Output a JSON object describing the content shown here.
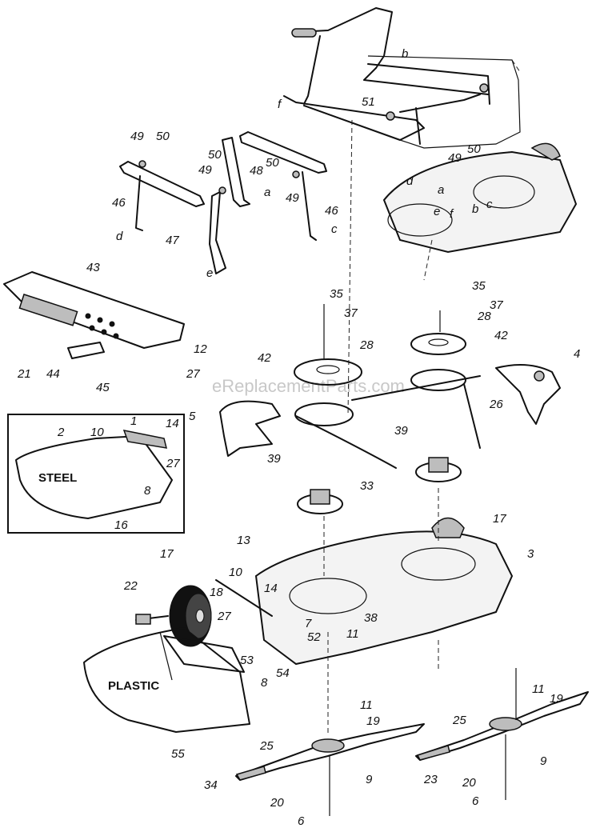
{
  "watermark": "eReplacementParts.com",
  "materials": {
    "steel": "STEEL",
    "plastic": "PLASTIC"
  },
  "callouts": [
    {
      "id": "c-51",
      "text": "51"
    },
    {
      "id": "c-b1",
      "text": "b"
    },
    {
      "id": "c-f1",
      "text": "f"
    },
    {
      "id": "c-49a",
      "text": "49"
    },
    {
      "id": "c-50a",
      "text": "50"
    },
    {
      "id": "c-46a",
      "text": "46"
    },
    {
      "id": "c-d1",
      "text": "d"
    },
    {
      "id": "c-50b",
      "text": "50"
    },
    {
      "id": "c-49b",
      "text": "49"
    },
    {
      "id": "c-48",
      "text": "48"
    },
    {
      "id": "c-a1",
      "text": "a"
    },
    {
      "id": "c-47",
      "text": "47"
    },
    {
      "id": "c-e1",
      "text": "e"
    },
    {
      "id": "c-50c",
      "text": "50"
    },
    {
      "id": "c-49c",
      "text": "49"
    },
    {
      "id": "c-46b",
      "text": "46"
    },
    {
      "id": "c-c1",
      "text": "c"
    },
    {
      "id": "c-d2",
      "text": "d"
    },
    {
      "id": "c-a2",
      "text": "a"
    },
    {
      "id": "c-49d",
      "text": "49"
    },
    {
      "id": "c-50d",
      "text": "50"
    },
    {
      "id": "c-e2",
      "text": "e"
    },
    {
      "id": "c-f2",
      "text": "f"
    },
    {
      "id": "c-b2",
      "text": "b"
    },
    {
      "id": "c-c2",
      "text": "c"
    },
    {
      "id": "c-43",
      "text": "43"
    },
    {
      "id": "c-21",
      "text": "21"
    },
    {
      "id": "c-44",
      "text": "44"
    },
    {
      "id": "c-45",
      "text": "45"
    },
    {
      "id": "c-35a",
      "text": "35"
    },
    {
      "id": "c-37a",
      "text": "37"
    },
    {
      "id": "c-28a",
      "text": "28"
    },
    {
      "id": "c-42a",
      "text": "42"
    },
    {
      "id": "c-35b",
      "text": "35"
    },
    {
      "id": "c-37b",
      "text": "37"
    },
    {
      "id": "c-28b",
      "text": "28"
    },
    {
      "id": "c-42b",
      "text": "42"
    },
    {
      "id": "c-12",
      "text": "12"
    },
    {
      "id": "c-27a",
      "text": "27"
    },
    {
      "id": "c-5",
      "text": "5"
    },
    {
      "id": "c-4",
      "text": "4"
    },
    {
      "id": "c-26",
      "text": "26"
    },
    {
      "id": "c-39a",
      "text": "39"
    },
    {
      "id": "c-39b",
      "text": "39"
    },
    {
      "id": "c-33",
      "text": "33"
    },
    {
      "id": "c-2",
      "text": "2"
    },
    {
      "id": "c-10a",
      "text": "10"
    },
    {
      "id": "c-1",
      "text": "1"
    },
    {
      "id": "c-14a",
      "text": "14"
    },
    {
      "id": "c-27b",
      "text": "27"
    },
    {
      "id": "c-8a",
      "text": "8"
    },
    {
      "id": "c-16",
      "text": "16"
    },
    {
      "id": "c-17a",
      "text": "17"
    },
    {
      "id": "c-3",
      "text": "3"
    },
    {
      "id": "c-13",
      "text": "13"
    },
    {
      "id": "c-22",
      "text": "22"
    },
    {
      "id": "c-17b",
      "text": "17"
    },
    {
      "id": "c-10b",
      "text": "10"
    },
    {
      "id": "c-18",
      "text": "18"
    },
    {
      "id": "c-14b",
      "text": "14"
    },
    {
      "id": "c-27c",
      "text": "27"
    },
    {
      "id": "c-7",
      "text": "7"
    },
    {
      "id": "c-38",
      "text": "38"
    },
    {
      "id": "c-52",
      "text": "52"
    },
    {
      "id": "c-11a",
      "text": "11"
    },
    {
      "id": "c-53",
      "text": "53"
    },
    {
      "id": "c-8b",
      "text": "8"
    },
    {
      "id": "c-54",
      "text": "54"
    },
    {
      "id": "c-55",
      "text": "55"
    },
    {
      "id": "c-11b",
      "text": "11"
    },
    {
      "id": "c-19a",
      "text": "19"
    },
    {
      "id": "c-25a",
      "text": "25"
    },
    {
      "id": "c-34",
      "text": "34"
    },
    {
      "id": "c-9a",
      "text": "9"
    },
    {
      "id": "c-20a",
      "text": "20"
    },
    {
      "id": "c-6a",
      "text": "6"
    },
    {
      "id": "c-11c",
      "text": "11"
    },
    {
      "id": "c-19b",
      "text": "19"
    },
    {
      "id": "c-25b",
      "text": "25"
    },
    {
      "id": "c-9b",
      "text": "9"
    },
    {
      "id": "c-23",
      "text": "23"
    },
    {
      "id": "c-20b",
      "text": "20"
    },
    {
      "id": "c-6b",
      "text": "6"
    }
  ]
}
